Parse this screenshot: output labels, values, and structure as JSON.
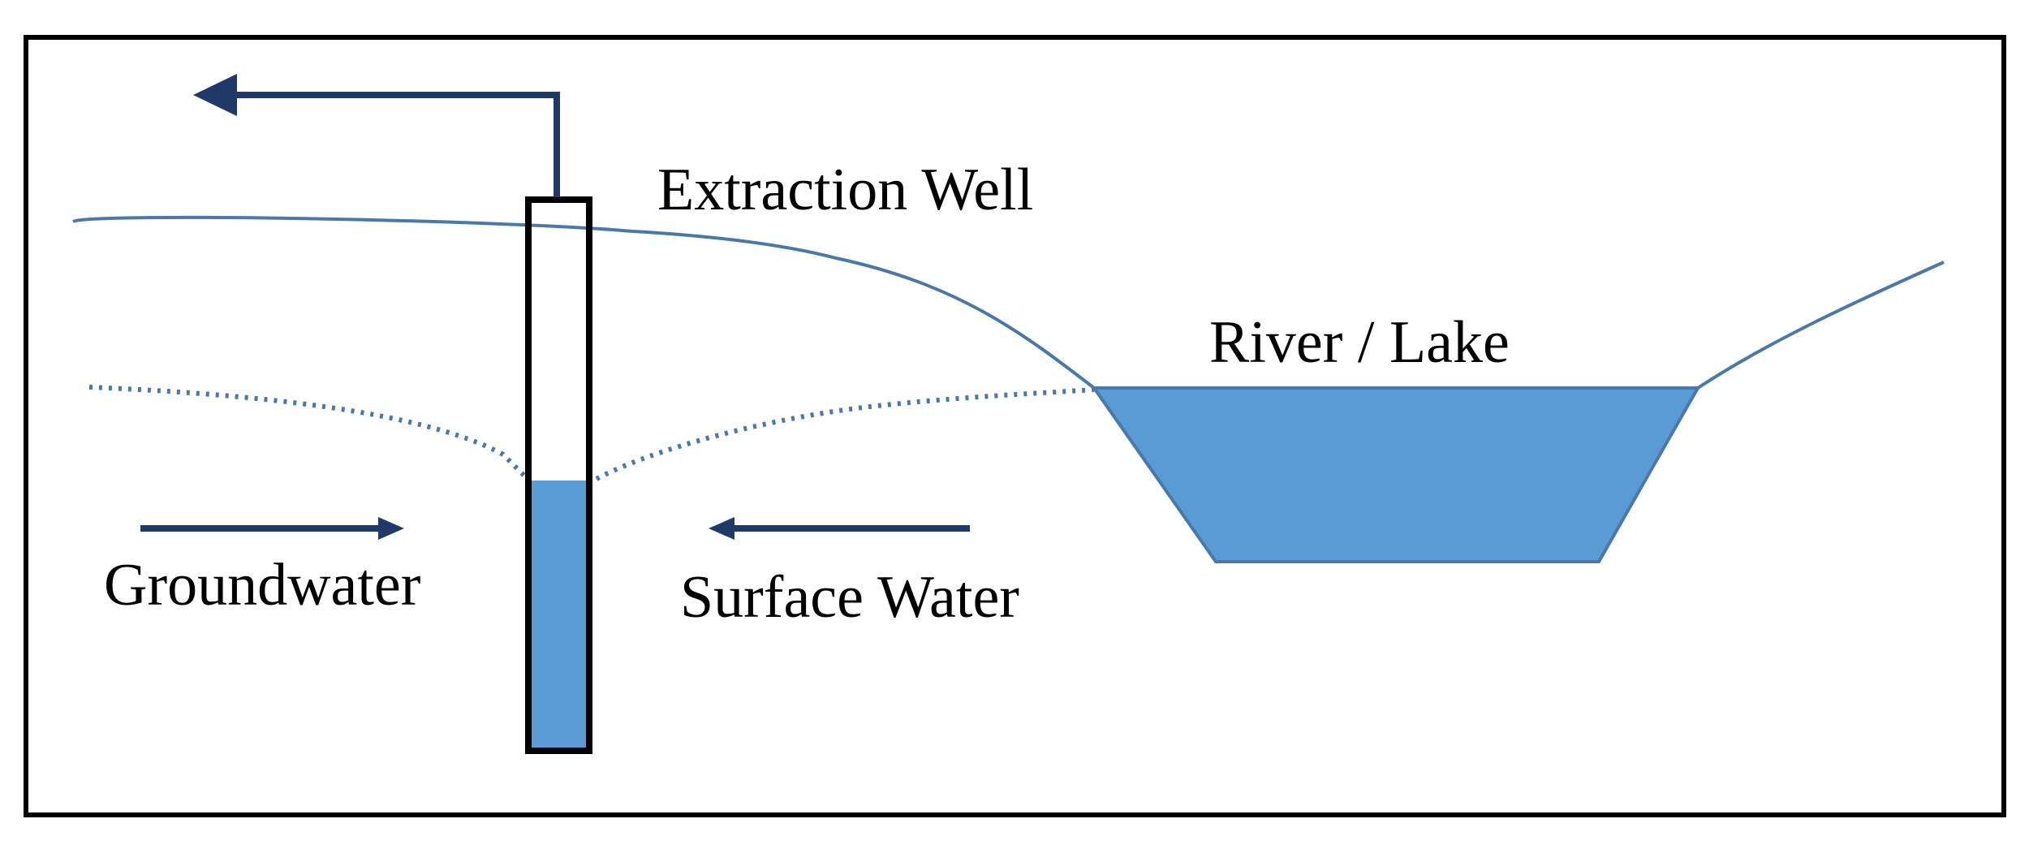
{
  "labels": {
    "extraction_well": "Extraction Well",
    "river_lake": "River / Lake",
    "groundwater": "Groundwater",
    "surface_water": "Surface Water"
  },
  "colors": {
    "border": "#000000",
    "water": "#5B9BD5",
    "ground_line": "#4A78A8",
    "arrow": "#1F3A68"
  }
}
